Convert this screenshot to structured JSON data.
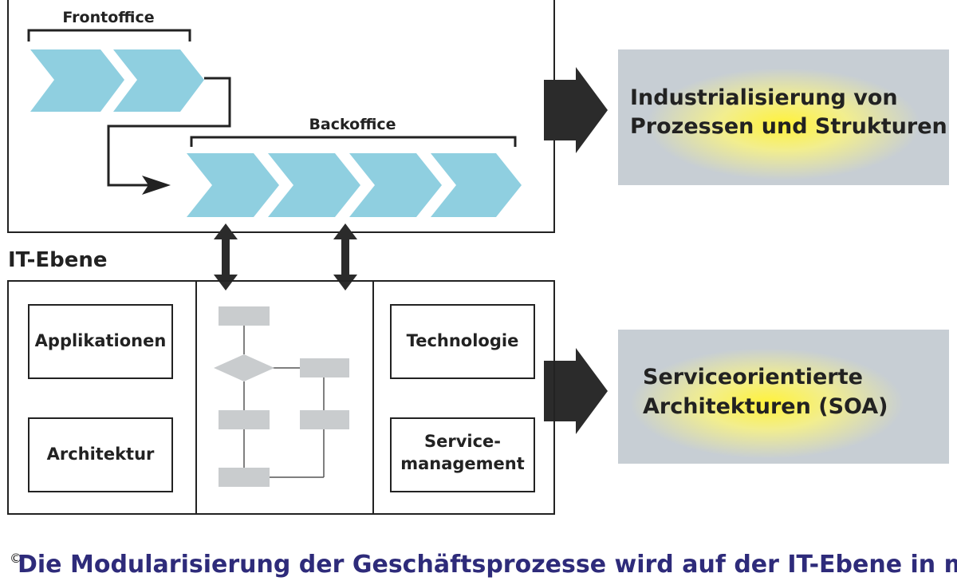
{
  "process_area": {
    "frontoffice_label": "Frontoffice",
    "backoffice_label": "Backoffice"
  },
  "it_level": {
    "label": "IT-Ebene",
    "boxes": {
      "applications": "Applikationen",
      "architecture": "Architektur",
      "technology": "Technologie",
      "service_management_line1": "Service-",
      "service_management_line2": "management"
    }
  },
  "results": {
    "top_line1": "Industrialisierung von",
    "top_line2": "Prozessen und Strukturen",
    "bottom_line1": "Serviceorientierte",
    "bottom_line2": "Architekturen (SOA)"
  },
  "caption": "Die Modularisierung der Geschäftsprozesse wird auf der IT-Ebene in mo-",
  "copyright": "©",
  "colors": {
    "chevron": "#8fcfe0",
    "arrow_dark": "#2b2b2b",
    "result_box": "#c7ced4",
    "glow": "#fff23a",
    "flow_shape": "#c9ccce",
    "caption": "#2e2b7a"
  }
}
